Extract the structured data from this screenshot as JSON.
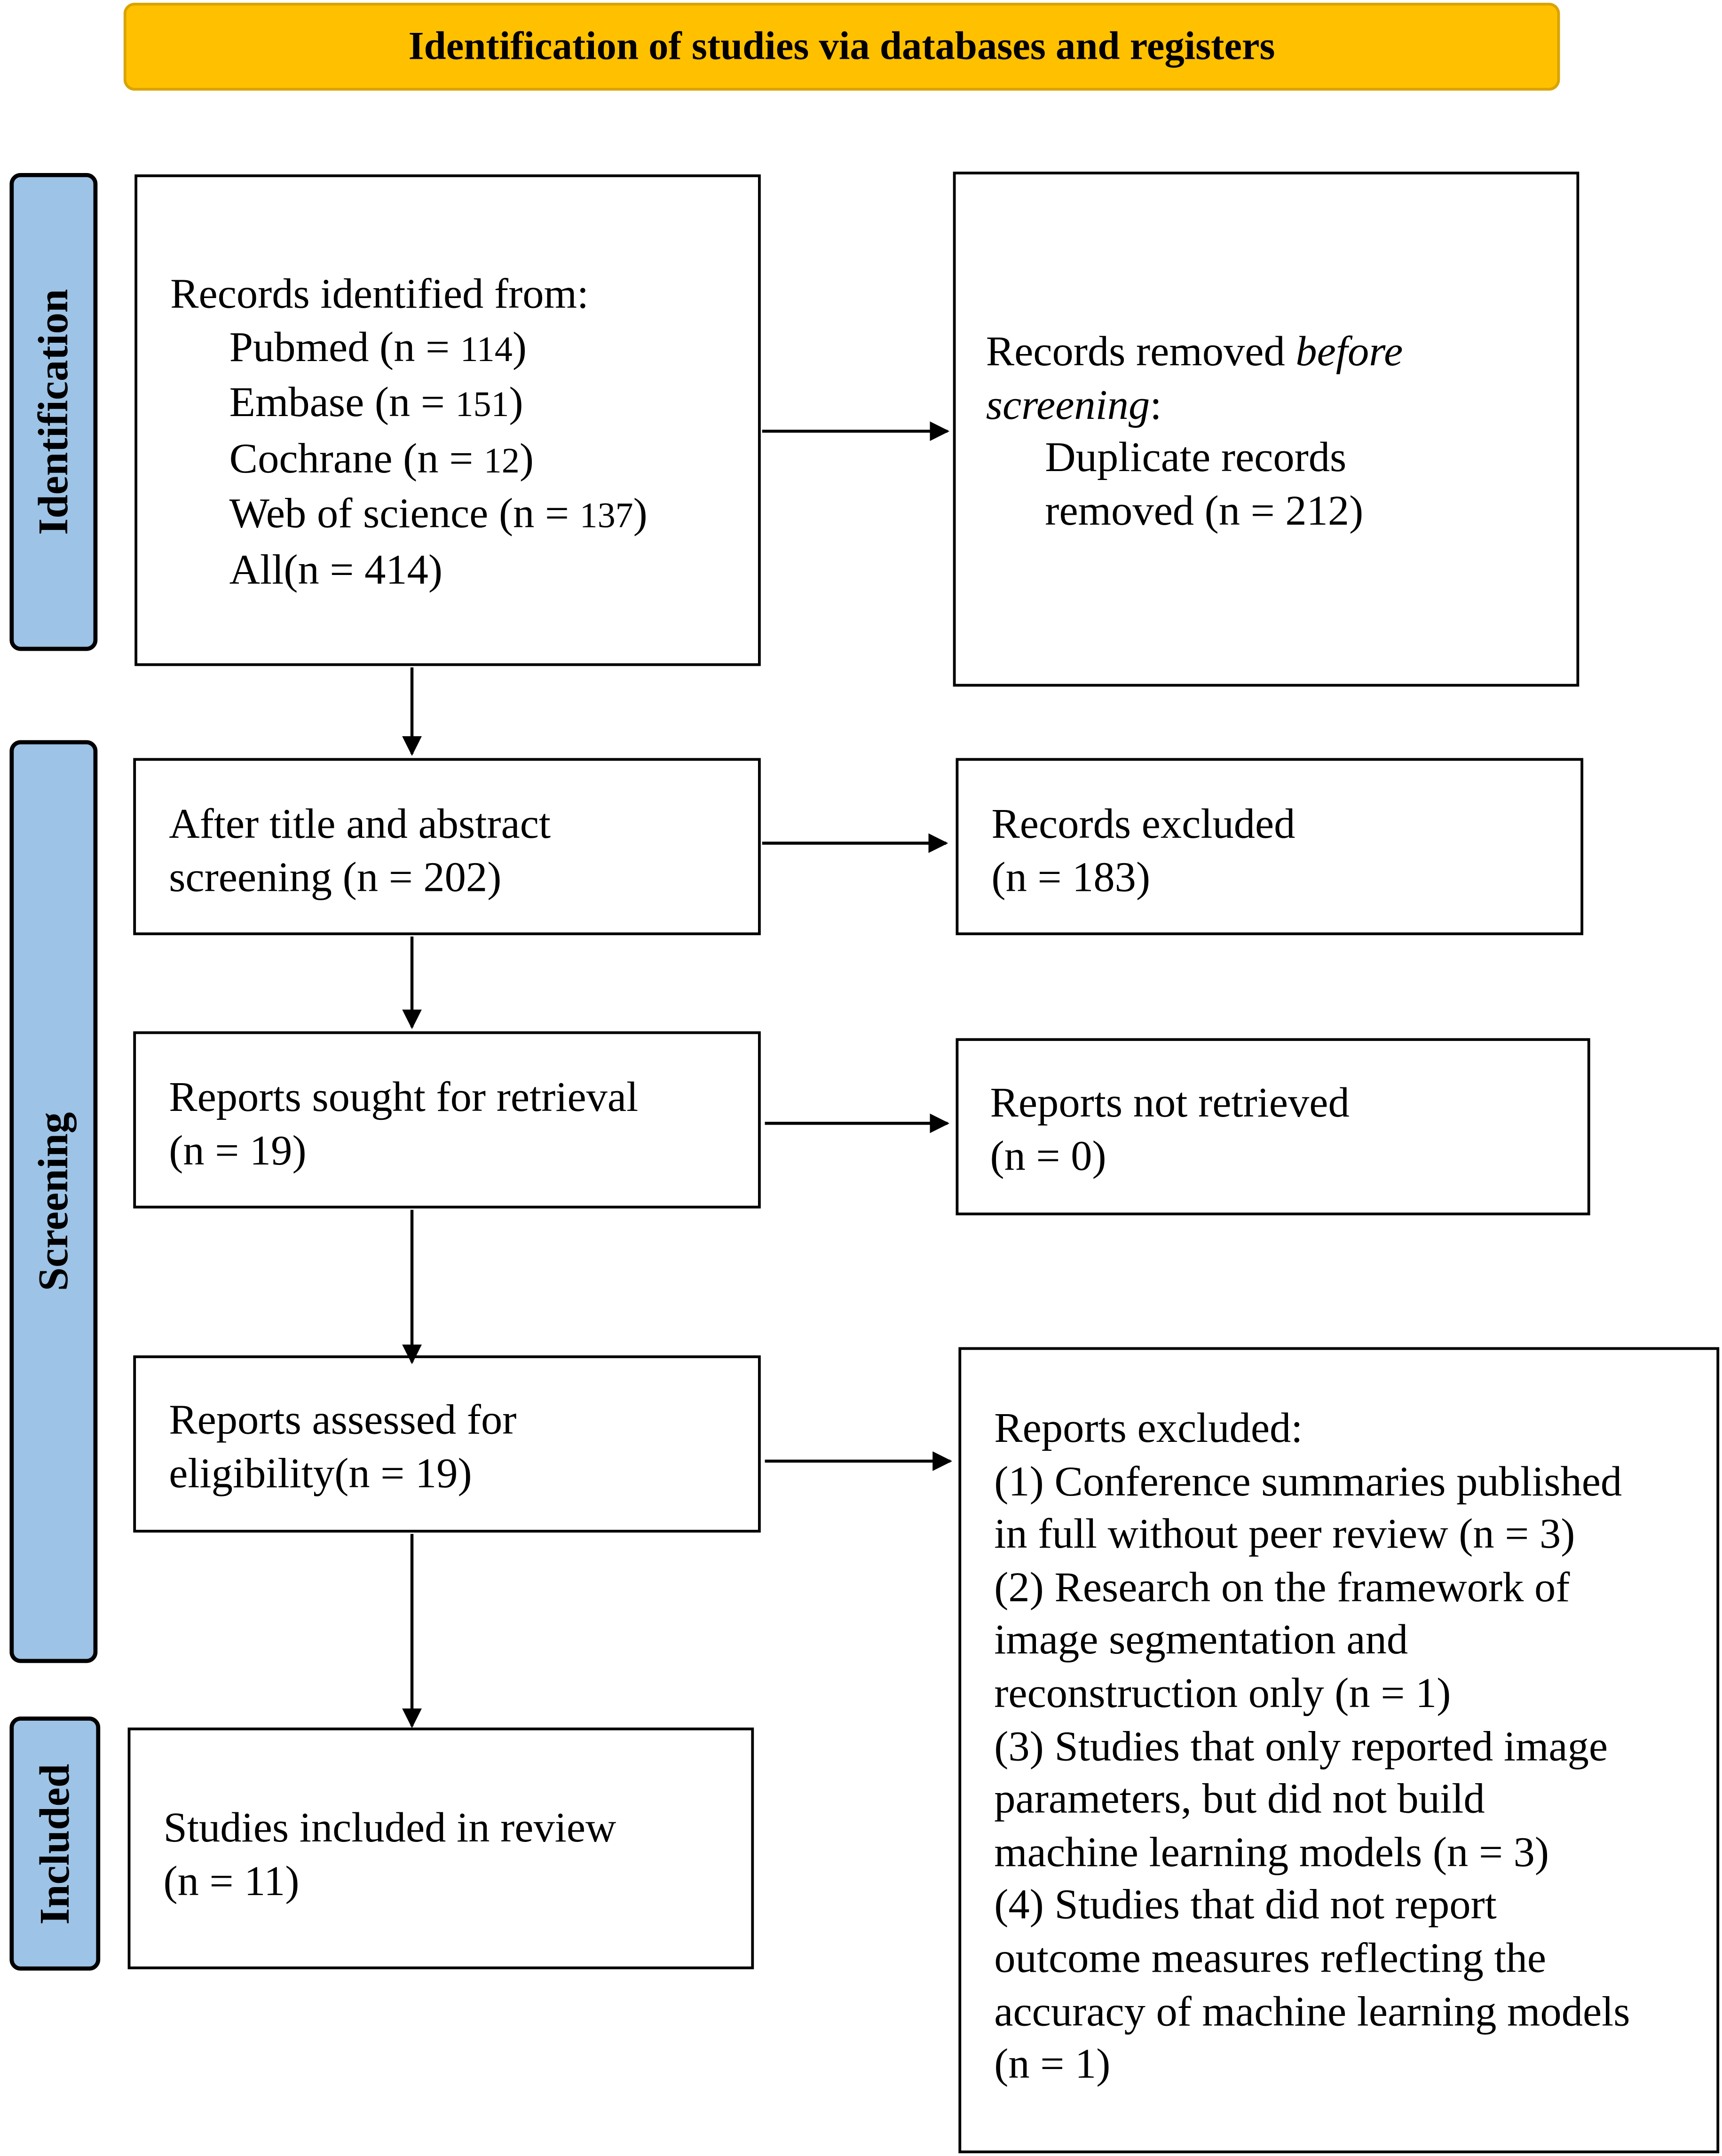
{
  "header": {
    "title": "Identification of studies via databases and registers"
  },
  "phases": {
    "identification": "Identification",
    "screening": "Screening",
    "included": "Included"
  },
  "boxes": {
    "records_identified": {
      "title": "Records identified from:",
      "sources": [
        {
          "label": "Pubmed (n = ",
          "count": "114",
          "close": ")"
        },
        {
          "label": "Embase (n = ",
          "count": "151",
          "close": ")"
        },
        {
          "label": "Cochrane (n = ",
          "count": "12",
          "close": ")"
        },
        {
          "label": "Web of science (n = ",
          "count": "137",
          "close": ")"
        }
      ],
      "all": "All(n = 414)"
    },
    "records_removed": {
      "line1": "Records removed ",
      "before": "before",
      "screening": "screening",
      "colon": ":",
      "dup1": "Duplicate records",
      "dup2": "removed  (n = 212)"
    },
    "after_screening": {
      "line1": "After title and abstract",
      "line2": "screening (n = 202)"
    },
    "records_excluded": {
      "line1": "Records excluded",
      "line2": "(n = 183)"
    },
    "sought": {
      "line1": "Reports sought for retrieval",
      "line2": "(n = 19)"
    },
    "not_retrieved": {
      "line1": "Reports not retrieved",
      "line2": "(n = 0)"
    },
    "assessed": {
      "line1": "Reports assessed for",
      "line2": "eligibility(n = 19)"
    },
    "reports_excluded": {
      "lines": [
        "Reports excluded:",
        "(1) Conference summaries published",
        "in full without peer review (n = 3)",
        "(2) Research on the framework of",
        "image segmentation and",
        "reconstruction only (n = 1)",
        "(3) Studies that only reported image",
        "parameters, but did not build",
        "machine learning models (n = 3)",
        "(4) Studies that did not report",
        "outcome measures reflecting the",
        "accuracy of machine learning models",
        "(n = 1)"
      ]
    },
    "included": {
      "line1": "Studies included in review",
      "line2": "(n = 11)"
    }
  },
  "colors": {
    "header_fill": "#ffc000",
    "phase_fill": "#9dc3e6",
    "line": "#000000"
  }
}
